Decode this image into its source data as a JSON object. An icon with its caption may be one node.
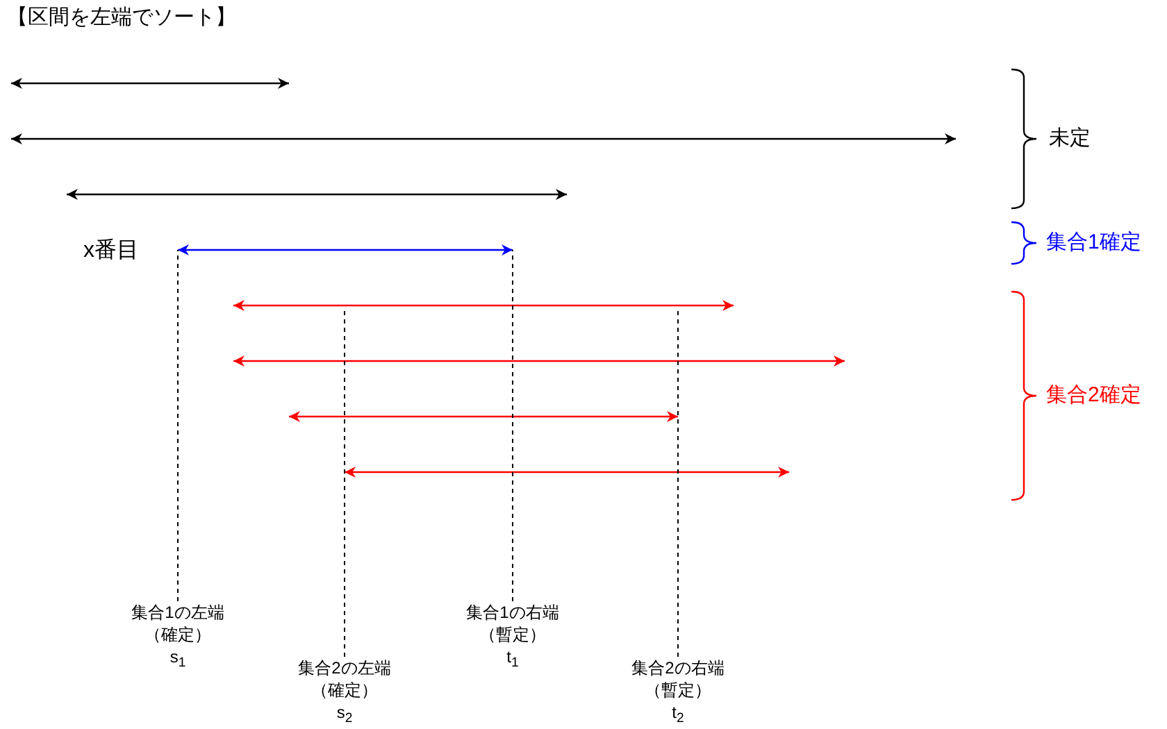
{
  "diagram": {
    "title": "【区間を左端でソート】",
    "nodes": [
      {
        "text": [
          "集合1の左端",
          "（確定）",
          "s$_{1}$"
        ]
      },
      {
        "text": [
          "集合1の右端",
          "（暫定）",
          "t$_{1}$"
        ]
      },
      {
        "text": [
          "集合2の左端",
          "（確定）",
          "s$_{2}$"
        ]
      },
      {
        "text": [
          "集合2の右端",
          "（暫定）",
          "t$_{2}$"
        ]
      }
    ],
    "edges": [
      {
        "from": 0,
        "to": null,
        "arrow": "none",
        "style": "dashed"
      },
      {
        "from": 1,
        "to": null,
        "arrow": "none",
        "style": "dashed"
      },
      {
        "from": 2,
        "to": null,
        "arrow": "none",
        "style": "dashed"
      },
      {
        "from": 3,
        "to": null,
        "arrow": "none",
        "style": "dashed"
      }
    ],
    "labels": [
      "未定",
      "x番目",
      "集合1確定",
      "集合2確定"
    ]
  }
}
